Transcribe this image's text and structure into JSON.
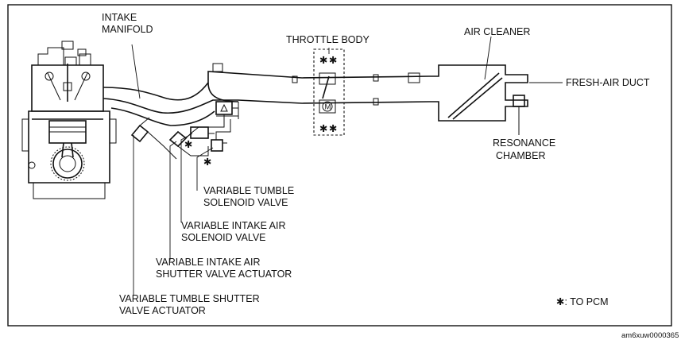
{
  "labels": {
    "intake_manifold_line1": "INTAKE",
    "intake_manifold_line2": "MANIFOLD",
    "throttle_body": "THROTTLE BODY",
    "air_cleaner": "AIR CLEANER",
    "fresh_air_duct": "FRESH-AIR DUCT",
    "resonance_chamber_line1": "RESONANCE",
    "resonance_chamber_line2": "CHAMBER",
    "tumble_solenoid_line1": "VARIABLE TUMBLE",
    "tumble_solenoid_line2": "SOLENOID VALVE",
    "intake_solenoid_line1": "VARIABLE INTAKE AIR",
    "intake_solenoid_line2": "SOLENOID VALVE",
    "intake_shutter_line1": "VARIABLE INTAKE AIR",
    "intake_shutter_line2": "SHUTTER VALVE ACTUATOR",
    "tumble_shutter_line1": "VARIABLE TUMBLE SHUTTER",
    "tumble_shutter_line2": "VALVE ACTUATOR",
    "to_pcm_note": "✱: TO PCM",
    "asterisk": "✱",
    "motor": "M",
    "ref_code": "am6xuw0000365"
  }
}
